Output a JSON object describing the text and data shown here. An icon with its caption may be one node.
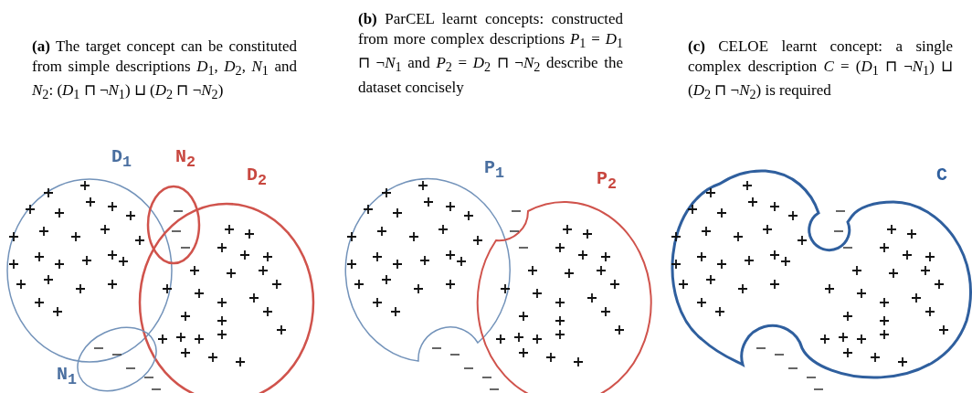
{
  "diagram": {
    "labels": [
      "**(a)** The target concept can be constituted from simple descriptions *D*$_{1}$, *D*$_{2}$, *N*$_{1}$ and *N*$_{2}$: (*D*$_{1}$ ⊓ ¬*N*$_{1}$) ⊔ (*D*$_{2}$ ⊓ ¬*N*$_{2}$)",
      "**(b)** ParCEL learnt concepts: constructed from more complex descriptions *P*$_{1}$ = *D*$_{1}$ ⊓ ¬*N*$_{1}$ and *P*$_{2}$ = *D*$_{2}$ ⊓ ¬*N*$_{2}$ describe the dataset concisely",
      "**(c)** CELOE learnt concept: a single complex description *C* = (*D*$_{1}$ ⊓ ¬*N*$_{1}$) ⊔ (*D*$_{2}$ ⊓ ¬*N*$_{2}$) is required",
      "D$_{1}$",
      "N$_{2}$",
      "D$_{2}$",
      "N$_{1}$",
      "P$_{1}$",
      "P$_{2}$",
      "C"
    ]
  }
}
